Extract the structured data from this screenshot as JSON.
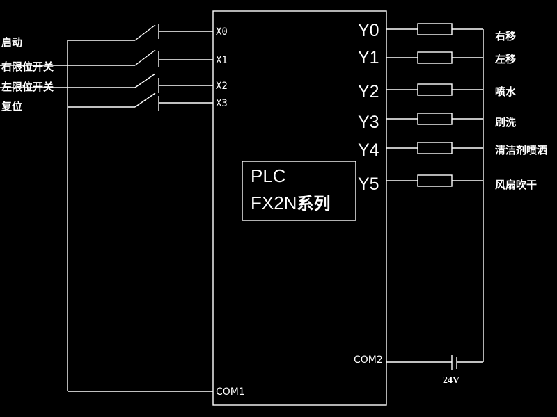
{
  "plc": {
    "name": "PLC",
    "model": "FX2N",
    "series": "系列"
  },
  "inputs": [
    {
      "terminal": "X0",
      "label": "启动"
    },
    {
      "terminal": "X1",
      "label": "右限位开关"
    },
    {
      "terminal": "X2",
      "label": "左限位开关"
    },
    {
      "terminal": "X3",
      "label": "复位"
    }
  ],
  "outputs": [
    {
      "terminal": "Y0",
      "label": "右移"
    },
    {
      "terminal": "Y1",
      "label": "左移"
    },
    {
      "terminal": "Y2",
      "label": "喷水"
    },
    {
      "terminal": "Y3",
      "label": "刷洗"
    },
    {
      "terminal": "Y4",
      "label": "清洁剂喷洒"
    },
    {
      "terminal": "Y5",
      "label": "风扇吹干"
    }
  ],
  "common": {
    "input_com": "COM1",
    "output_com": "COM2",
    "supply_voltage": "24V"
  }
}
